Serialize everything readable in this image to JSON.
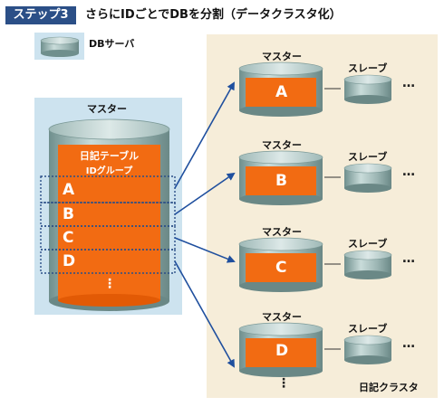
{
  "header": {
    "step": "ステップ3",
    "title": "さらにIDごとでDBを分割（データクラスタ化）"
  },
  "legend": {
    "label": "DBサーバ"
  },
  "source": {
    "label": "マスター",
    "table_label": "日記テーブル",
    "group_label": "IDグループ",
    "groups": [
      "A",
      "B",
      "C",
      "D"
    ],
    "more": "⋮"
  },
  "cluster": {
    "label": "日記クラスタ",
    "nodes": [
      {
        "master_label": "マスター",
        "letter": "A",
        "slave_label": "スレーブ",
        "more": "…"
      },
      {
        "master_label": "マスター",
        "letter": "B",
        "slave_label": "スレーブ",
        "more": "…"
      },
      {
        "master_label": "マスター",
        "letter": "C",
        "slave_label": "スレーブ",
        "more": "…"
      },
      {
        "master_label": "マスター",
        "letter": "D",
        "slave_label": "スレーブ",
        "more": "…"
      }
    ],
    "more": "⋮"
  },
  "colors": {
    "badge": "#2b4f87",
    "orange": "#f26b12",
    "panel_blue": "#cde3ef",
    "panel_beige": "#f6edd9",
    "arrow": "#1f4f9e",
    "cylinder": "#8aa8a6"
  }
}
